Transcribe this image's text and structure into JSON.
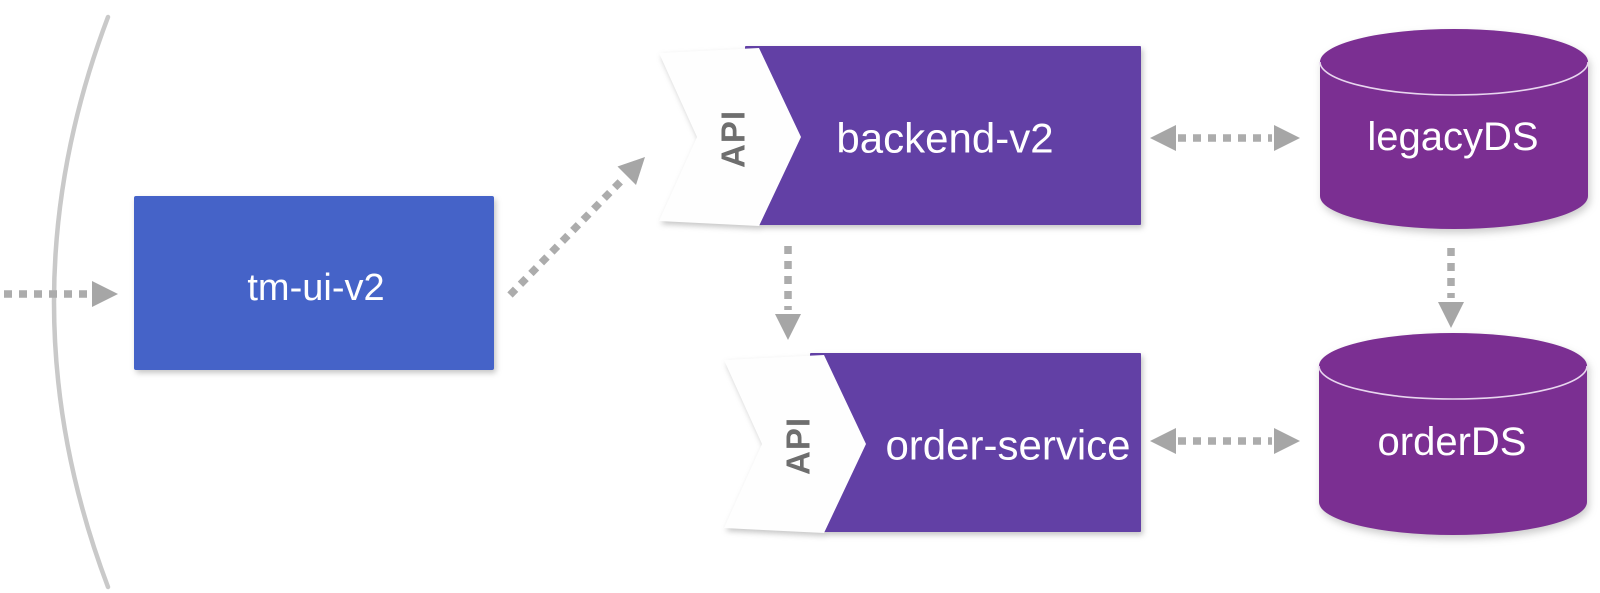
{
  "diagram": {
    "description": "service-architecture-diagram",
    "colors": {
      "ui_box": "#4563C8",
      "api_box": "#6240A5",
      "datastore": "#7B2F92",
      "chevron_fill": "#FEFEFE",
      "api_badge_text": "#6E6E6E",
      "label_text": "#FFFFFF",
      "connector": "#ACACAC",
      "arrowhead": "#A6A6A6",
      "brace": "#C9C9C9",
      "cylinder_rim": "#E8D6EF"
    },
    "nodes": {
      "tm_ui": {
        "label": "tm-ui-v2",
        "type": "rectangle"
      },
      "backend": {
        "label": "backend-v2",
        "badge": "API",
        "type": "api-service"
      },
      "order_service": {
        "label": "order-service",
        "badge": "API",
        "type": "api-service"
      },
      "legacy_ds": {
        "label": "legacyDS",
        "type": "database-cylinder"
      },
      "order_ds": {
        "label": "orderDS",
        "type": "database-cylinder"
      }
    },
    "edges": [
      {
        "from": "external-left",
        "to": "tm-ui-v2",
        "style": "dotted",
        "direction": "one-way"
      },
      {
        "from": "tm-ui-v2",
        "to": "backend-v2",
        "style": "dotted",
        "direction": "one-way"
      },
      {
        "from": "backend-v2",
        "to": "legacyDS",
        "style": "dotted",
        "direction": "two-way"
      },
      {
        "from": "backend-v2",
        "to": "order-service",
        "style": "dotted",
        "direction": "one-way"
      },
      {
        "from": "order-service",
        "to": "orderDS",
        "style": "dotted",
        "direction": "two-way"
      },
      {
        "from": "legacyDS",
        "to": "orderDS",
        "style": "dotted",
        "direction": "one-way"
      }
    ]
  }
}
